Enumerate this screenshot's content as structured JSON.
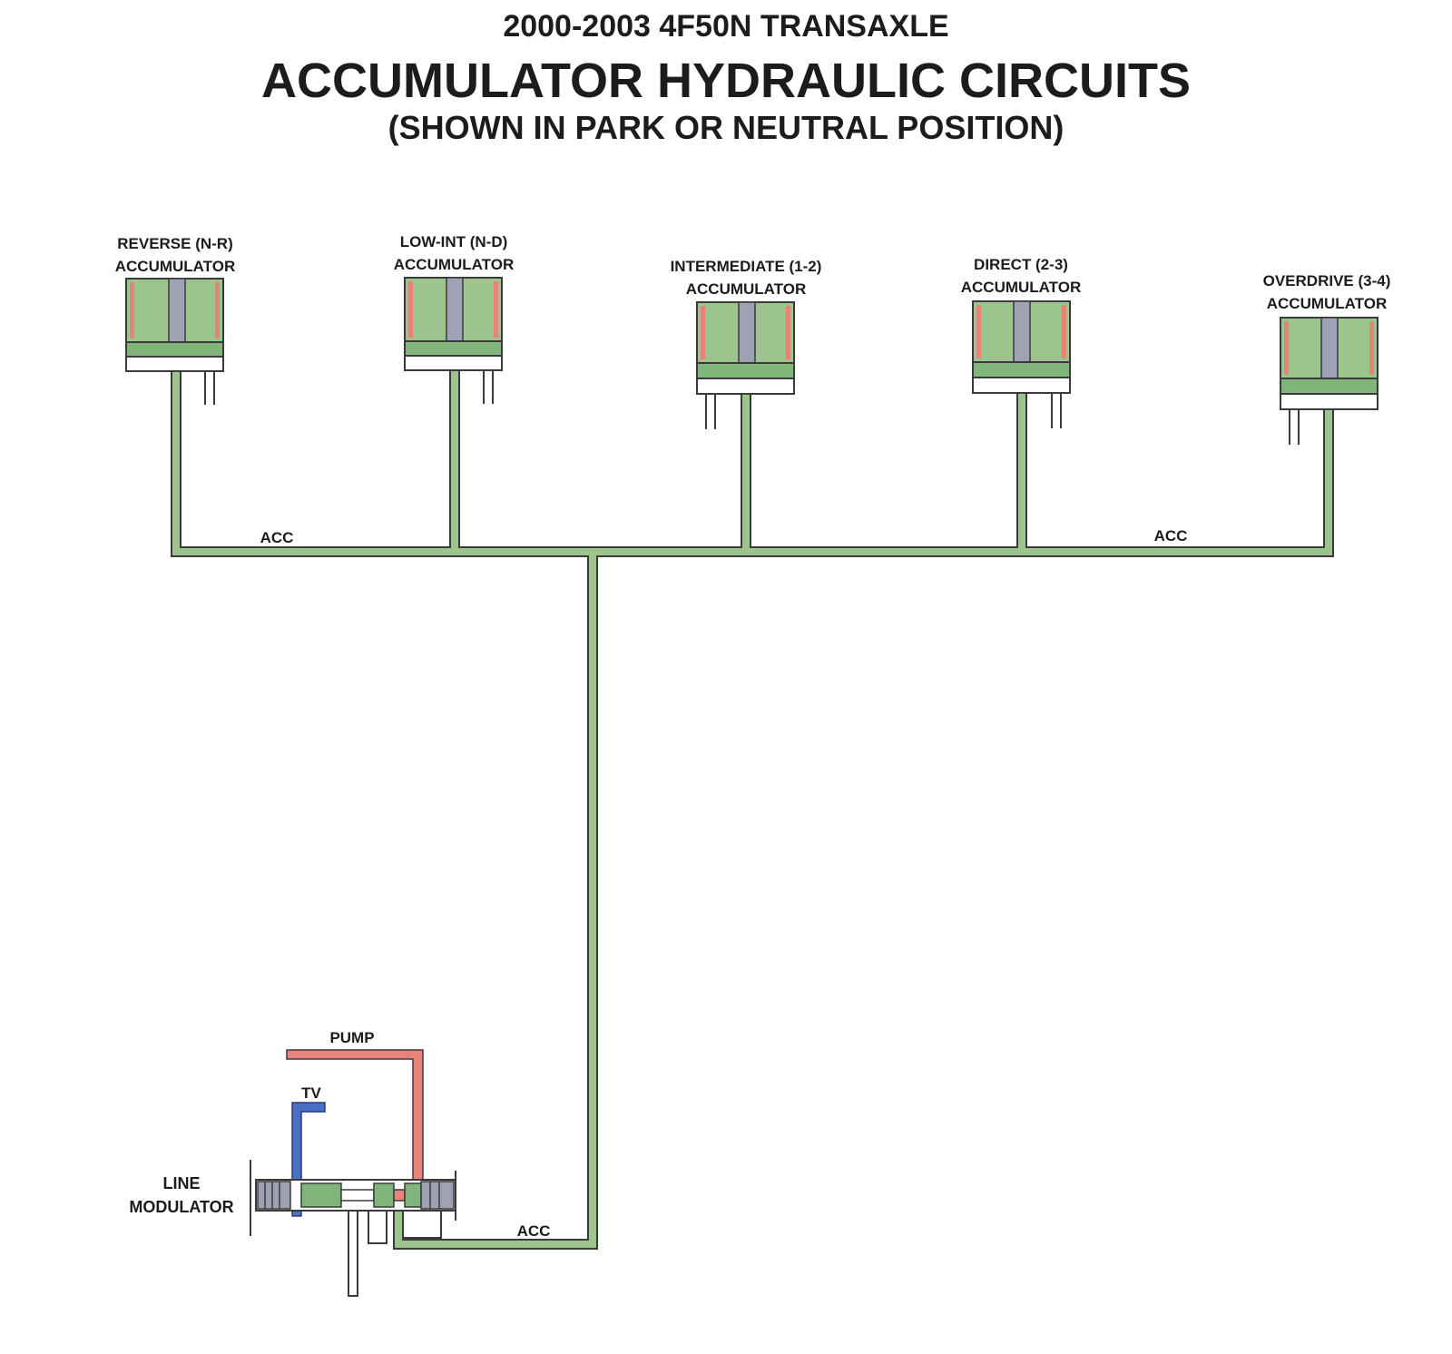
{
  "title": {
    "line1": "2000-2003 4F50N TRANSAXLE",
    "line2": "ACCUMULATOR HYDRAULIC CIRCUITS",
    "line3": "(SHOWN IN PARK OR NEUTRAL POSITION)"
  },
  "accumulators": [
    {
      "line1": "REVERSE (N-R)",
      "line2": "ACCUMULATOR"
    },
    {
      "line1": "LOW-INT (N-D)",
      "line2": "ACCUMULATOR"
    },
    {
      "line1": "INTERMEDIATE (1-2)",
      "line2": "ACCUMULATOR"
    },
    {
      "line1": "DIRECT (2-3)",
      "line2": "ACCUMULATOR"
    },
    {
      "line1": "OVERDRIVE (3-4)",
      "line2": "ACCUMULATOR"
    }
  ],
  "circuits": {
    "acc_left": "ACC",
    "acc_right": "ACC",
    "acc_bottom": "ACC",
    "pump": "PUMP",
    "tv": "TV"
  },
  "valve": {
    "line1": "LINE",
    "line2": "MODULATOR"
  },
  "colors": {
    "acc_fluid": "#9cc48c",
    "pump_fluid": "#e8837a",
    "tv_fluid": "#4a6fc4",
    "piston": "#9ea2b4",
    "outline": "#3a3a3a"
  }
}
